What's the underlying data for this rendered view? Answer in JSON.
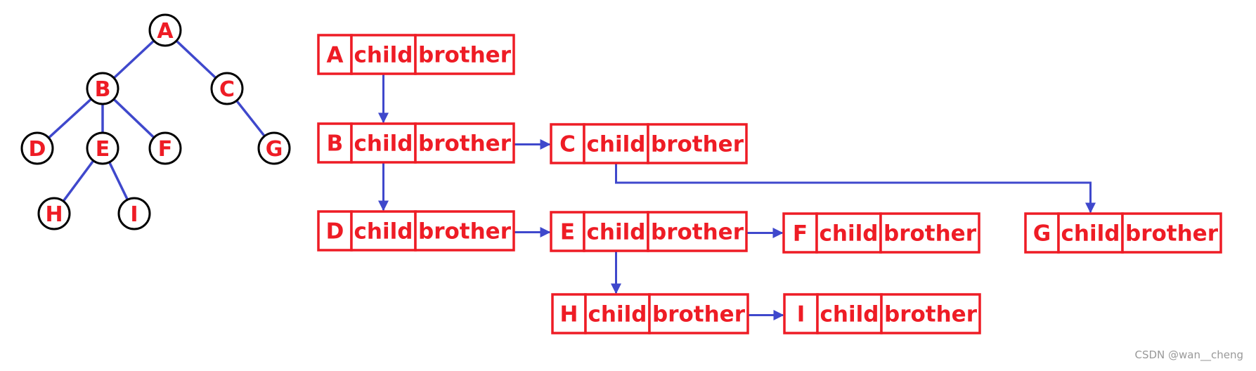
{
  "tree": {
    "nodes": [
      "A",
      "B",
      "C",
      "D",
      "E",
      "F",
      "G",
      "H",
      "I"
    ],
    "edges": [
      [
        "A",
        "B"
      ],
      [
        "A",
        "C"
      ],
      [
        "B",
        "D"
      ],
      [
        "B",
        "E"
      ],
      [
        "B",
        "F"
      ],
      [
        "C",
        "G"
      ],
      [
        "E",
        "H"
      ],
      [
        "E",
        "I"
      ]
    ]
  },
  "field_labels": {
    "child": "child",
    "brother": "brother"
  },
  "list": {
    "records": [
      "A",
      "B",
      "C",
      "D",
      "E",
      "F",
      "G",
      "H",
      "I"
    ],
    "child_pointers": [
      [
        "A",
        "B"
      ],
      [
        "B",
        "D"
      ],
      [
        "C",
        "G"
      ],
      [
        "E",
        "H"
      ]
    ],
    "brother_pointers": [
      [
        "B",
        "C"
      ],
      [
        "D",
        "E"
      ],
      [
        "E",
        "F"
      ],
      [
        "H",
        "I"
      ]
    ]
  },
  "colors": {
    "accent_red": "#ee1c25",
    "pointer_blue": "#3f48cc",
    "node_border": "#000000"
  },
  "watermark": "CSDN @wan__cheng"
}
